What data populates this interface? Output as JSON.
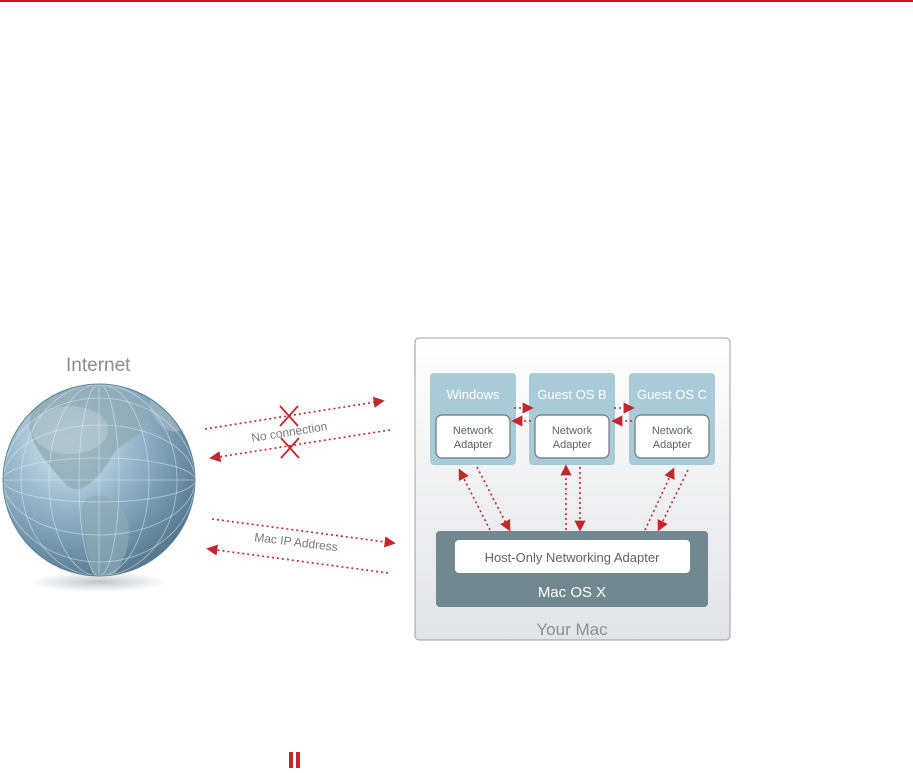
{
  "colors": {
    "accent_red": "#b71c25",
    "arrow_red": "#c3262f",
    "guest_box": "#a9cbd8",
    "host_bar": "#718891",
    "frame_fill": "#f0f0f1",
    "frame_border": "#9b9fa3"
  },
  "diagram": {
    "internet_label": "Internet",
    "no_connection_label": "No connection",
    "mac_ip_label": "Mac IP Address",
    "your_mac_label": "Your Mac",
    "host_os_label": "Mac OS X",
    "host_adapter_label": "Host-Only Networking Adapter",
    "guests": [
      {
        "name": "Windows",
        "adapter_line1": "Network",
        "adapter_line2": "Adapter"
      },
      {
        "name": "Guest OS B",
        "adapter_line1": "Network",
        "adapter_line2": "Adapter"
      },
      {
        "name": "Guest OS C",
        "adapter_line1": "Network",
        "adapter_line2": "Adapter"
      }
    ],
    "icons": {
      "globe": "globe-icon",
      "blocked": "cross-icon",
      "page_marker": "pause-bars-icon"
    }
  }
}
